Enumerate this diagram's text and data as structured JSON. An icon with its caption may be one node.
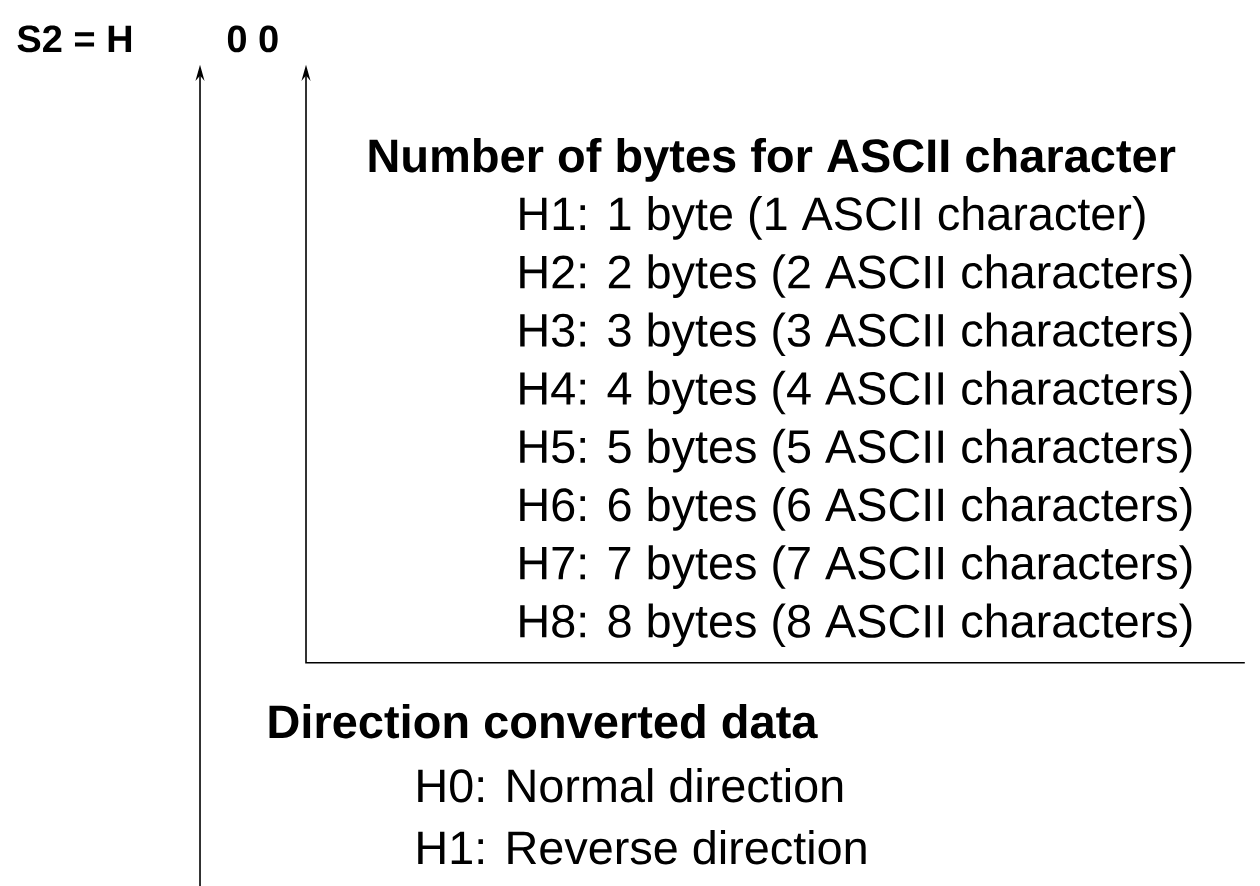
{
  "diagram": {
    "nodes": [
      {
        "text": [
          "S2 = H",
          "0 0"
        ]
      },
      {
        "text": [
          "Number of bytes for ASCII character",
          "H1: 1 byte (1 ASCII character)",
          "H2: 2 bytes (2 ASCII characters)",
          "H3: 3 bytes (3 ASCII characters)",
          "H4: 4 bytes (4 ASCII characters)",
          "H5: 5 bytes (5 ASCII characters)",
          "H6: 6 bytes (6 ASCII characters)",
          "H7: 7 bytes (7 ASCII characters)",
          "H8: 8 bytes (8 ASCII characters)"
        ]
      },
      {
        "text": [
          "Direction converted data",
          "H0: Normal direction",
          "H1: Reverse direction"
        ]
      }
    ],
    "edges": [
      {
        "from": 1,
        "to": 0,
        "arrow": "to"
      },
      {
        "from": 2,
        "to": 0,
        "arrow": "to"
      }
    ]
  }
}
